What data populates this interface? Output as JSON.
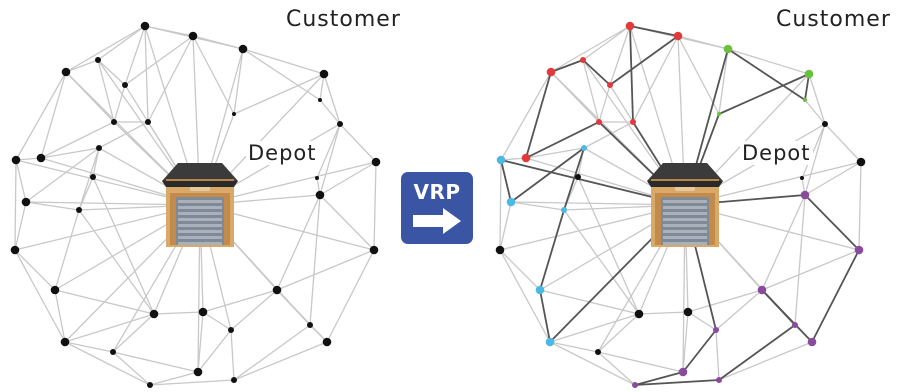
{
  "left_panel": {
    "customer_label": "Customer",
    "depot_label": "Depot"
  },
  "right_panel": {
    "customer_label": "Customer",
    "depot_label": "Depot"
  },
  "vrp_button": {
    "label": "VRP",
    "color": "#3a55a4"
  },
  "colors": {
    "node_default": "#111111",
    "edge_light": "#c8c8c8",
    "edge_route": "#555555",
    "route_red": "#e23a3a",
    "route_green": "#6abf3b",
    "route_blue": "#4cb8e6",
    "route_purple": "#8a4a9e"
  }
}
